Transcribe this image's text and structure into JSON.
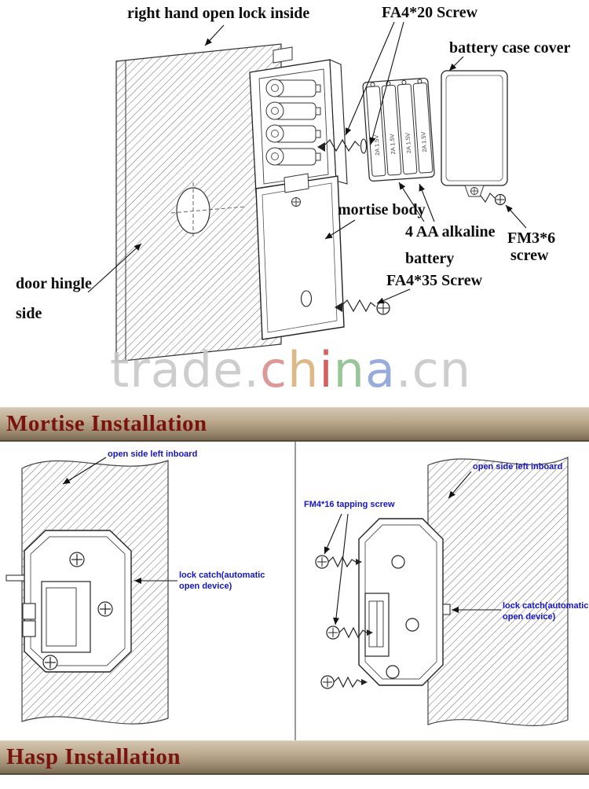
{
  "top_diagram": {
    "labels": {
      "right_hand_open": "right hand open lock inside",
      "fa4_20_screw": "FA4*20 Screw",
      "battery_case_cover": "battery case cover",
      "mortise_body": "mortise body",
      "aa_battery_line1": "4 AA alkaline",
      "aa_battery_line2": "battery",
      "fm3_6_line1": "FM3*6",
      "fm3_6_line2": "screw",
      "fa4_35_screw": "FA4*35 Screw",
      "door_hinge_line1": "door hingle",
      "door_hinge_line2": "side"
    },
    "battery_cell_label": "2A 1.5V"
  },
  "watermark": {
    "prefix": "trade.",
    "china_letters": [
      "c",
      "h",
      "i",
      "n",
      "a"
    ],
    "suffix": ".cn"
  },
  "sections": {
    "mortise_title": "Mortise Installation",
    "hasp_title": "Hasp Installation"
  },
  "mortise_left": {
    "open_side": "open side left inboard",
    "lock_catch_line1": "lock catch(automatic",
    "lock_catch_line2": "open device)"
  },
  "mortise_right": {
    "open_side": "open side left inboard",
    "tapping_screw": "FM4*16 tapping screw",
    "lock_catch_line1": "lock catch(automatic",
    "lock_catch_line2": "open device)"
  },
  "colors": {
    "label_blue": "#1414c8",
    "band_text_red": "#7a120e",
    "band_tan": "#9c8a70",
    "watermark_gray": "#c7c7c7"
  }
}
